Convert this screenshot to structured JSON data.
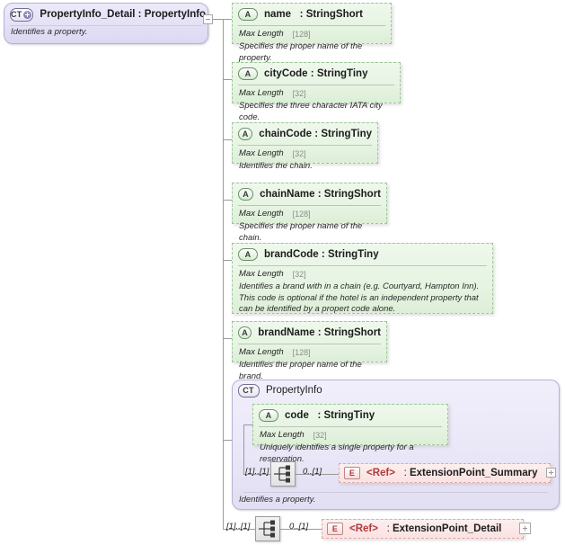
{
  "diagram": {
    "title": "PropertyInfo_Detail : PropertyInfo",
    "type": "xsd-schema-tree"
  },
  "root": {
    "badge": "CT",
    "badge_icon": "complextype-plus-icon",
    "title": "PropertyInfo_Detail : PropertyInfo",
    "documentation": "Identifies a property."
  },
  "attributes": [
    {
      "badge": "A",
      "name": "name",
      "separator": ":",
      "type": "StringShort",
      "facet_label": "Max Length",
      "facet_value": "[128]",
      "documentation": "Specifies the proper name of the property."
    },
    {
      "badge": "A",
      "name": "cityCode",
      "separator": ":",
      "type": "StringTiny",
      "facet_label": "Max Length",
      "facet_value": "[32]",
      "documentation": "Specifies the three character IATA city code."
    },
    {
      "badge": "A",
      "name": "chainCode",
      "separator": ":",
      "type": "StringTiny",
      "facet_label": "Max Length",
      "facet_value": "[32]",
      "documentation": "Identifies the chain."
    },
    {
      "badge": "A",
      "name": "chainName",
      "separator": ":",
      "type": "StringShort",
      "facet_label": "Max Length",
      "facet_value": "[128]",
      "documentation": "Specifies the proper name of the chain."
    },
    {
      "badge": "A",
      "name": "brandCode",
      "separator": ":",
      "type": "StringTiny",
      "facet_label": "Max Length",
      "facet_value": "[32]",
      "documentation": "Identifies a brand with in a chain (e.g. Courtyard, Hampton Inn).  This code is optional if the hotel is an independent property that can be identified by a propert code alone."
    },
    {
      "badge": "A",
      "name": "brandName",
      "separator": ":",
      "type": "StringShort",
      "facet_label": "Max Length",
      "facet_value": "[128]",
      "documentation": "Identifies the proper name of the brand."
    }
  ],
  "inner_type": {
    "badge": "CT",
    "badge_icon": "complextype-icon",
    "title": "PropertyInfo",
    "documentation": "Identifies a property.",
    "attribute": {
      "badge": "A",
      "name": "code",
      "separator": ":",
      "type": "StringTiny",
      "facet_label": "Max Length",
      "facet_value": "[32]",
      "documentation": "Uniquely identifies a single property for a reservation."
    },
    "sequence": {
      "icon": "sequence-icon",
      "occurrence": "[1]..[1]"
    },
    "ref": {
      "badge": "E",
      "occurrence": "0..[1]",
      "name": "<Ref>",
      "separator": ":",
      "type": "ExtensionPoint_Summary"
    }
  },
  "outer_sequence": {
    "icon": "sequence-icon",
    "occurrence": "[1]..[1]",
    "ref": {
      "badge": "E",
      "occurrence": "0..[1]",
      "name": "<Ref>",
      "separator": ":",
      "type": "ExtensionPoint_Detail"
    }
  },
  "colors": {
    "complextype_fill": "#e6e3f6",
    "attribute_fill": "#e6f4e2",
    "element_ref_fill": "#fbe2e2",
    "ref_text": "#b03a3a",
    "line": "#9a9a9a"
  }
}
